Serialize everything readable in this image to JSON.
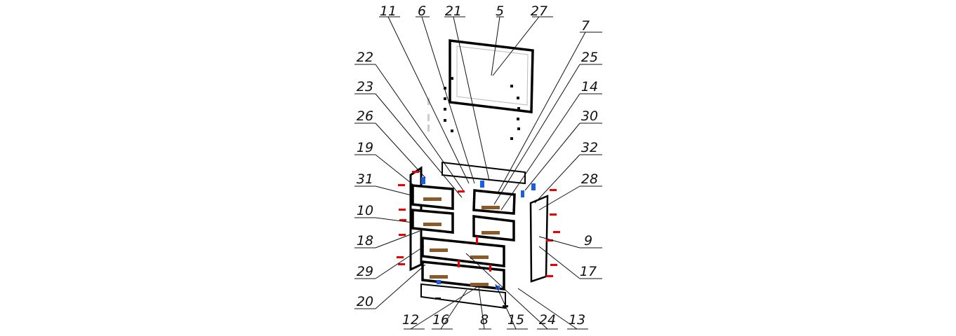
{
  "diagram": {
    "title": "Exploded assembly view of chest of drawers with mirror",
    "callouts_top": [
      "11",
      "6",
      "21",
      "5",
      "27",
      "7"
    ],
    "callouts_left": [
      "22",
      "23",
      "26",
      "19",
      "31",
      "10",
      "18",
      "29",
      "20"
    ],
    "callouts_right": [
      "25",
      "14",
      "30",
      "32",
      "28",
      "9",
      "17"
    ],
    "callouts_bottom": [
      "12",
      "16",
      "8",
      "15",
      "24",
      "13"
    ],
    "colors": {
      "line": "#000000",
      "hardware_red": "#e00000",
      "hardware_blue": "#1a5fe0",
      "handle": "#8a5a2b"
    }
  }
}
